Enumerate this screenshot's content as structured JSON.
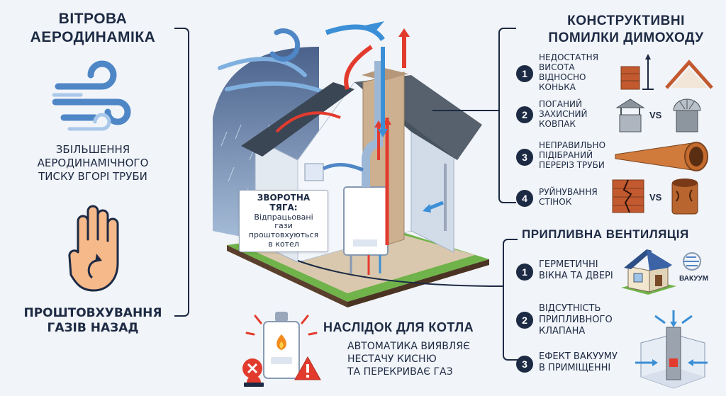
{
  "left": {
    "title_line1": "Вітрова",
    "title_line2": "аеродинаміка",
    "effect1_line1": "Збільшення",
    "effect1_line2": "аеродинамічного",
    "effect1_line3": "тиску вгорі труби",
    "effect2_line1": "Проштовхування",
    "effect2_line2": "газів назад"
  },
  "center": {
    "callout_title": "Зворотна тяга:",
    "callout_line1": "Відпрацьовані гази",
    "callout_line2": "проштовхуються",
    "callout_line3": "в котел"
  },
  "bottom": {
    "title": "Наслідок для котла",
    "line1": "Автоматика виявляє",
    "line2": "нестачу кисню",
    "line3": "та перекриває газ"
  },
  "right_top": {
    "title_line1": "Конструктивні",
    "title_line2": "помилки димоходу",
    "items": [
      {
        "num": "1",
        "lines": [
          "Недостатня",
          "висота",
          "відносно",
          "конька"
        ]
      },
      {
        "num": "2",
        "lines": [
          "Поганий",
          "захисний",
          "ковпак"
        ],
        "vs": "VS"
      },
      {
        "num": "3",
        "lines": [
          "Неправильно",
          "підібраний",
          "переріз труби"
        ]
      },
      {
        "num": "4",
        "lines": [
          "Руйнування",
          "стінок"
        ],
        "vs": "VS"
      }
    ]
  },
  "right_bottom": {
    "title": "Припливна вентиляція",
    "vacuum_label": "вакуум",
    "items": [
      {
        "num": "1",
        "lines": [
          "Герметичні",
          "вікна та двері"
        ]
      },
      {
        "num": "2",
        "lines": [
          "Відсутність",
          "припливного",
          "клапана"
        ]
      },
      {
        "num": "3",
        "lines": [
          "Ефект вакууму",
          "в приміщенні"
        ]
      }
    ]
  },
  "colors": {
    "navy": "#1d2a44",
    "red": "#e23b2e",
    "blue": "#3b8fd6",
    "accent_bg": "#f1f4f8"
  }
}
